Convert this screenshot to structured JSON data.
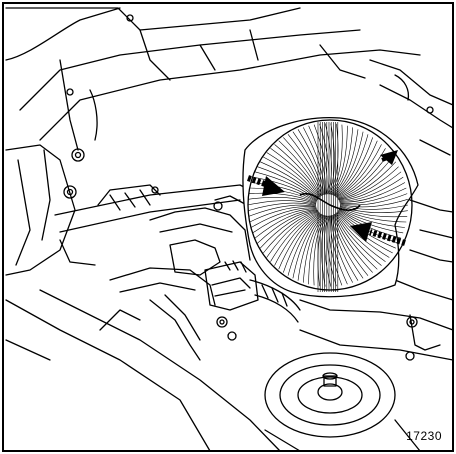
{
  "figure": {
    "number": "17230",
    "description_hidden": ""
  },
  "colors": {
    "ink": "#000000",
    "paper": "#ffffff"
  },
  "arrows": [
    {
      "id": "arrow-left",
      "direction": "right"
    },
    {
      "id": "arrow-right",
      "direction": "left"
    },
    {
      "id": "arrow-top",
      "direction": "up-right"
    }
  ]
}
